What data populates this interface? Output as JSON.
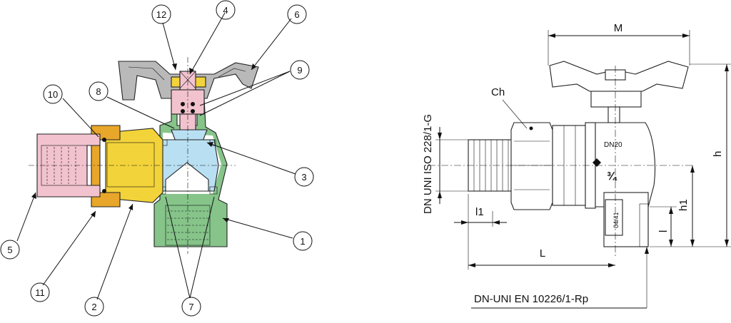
{
  "callouts": {
    "c1": "1",
    "c2": "2",
    "c3": "3",
    "c4": "4",
    "c5": "5",
    "c6": "6",
    "c7": "7",
    "c8": "8",
    "c9": "9",
    "c10": "10",
    "c11": "11",
    "c12": "12"
  },
  "dimensions": {
    "M": "M",
    "Ch": "Ch",
    "h": "h",
    "h1": "h1",
    "l": "l",
    "l1": "l1",
    "L": "L"
  },
  "standards": {
    "male_thread": "DN UNI ISO 228/1-G",
    "female_thread": "DN-UNI EN 10226/1-Rp"
  },
  "body_markings": {
    "dn": "DN20",
    "size": "¾",
    "date": "04/41"
  },
  "colors": {
    "brass": "#f3d33a",
    "nut": "#e8a62a",
    "pink": "#f2c3cf",
    "green": "#86c48a",
    "handle": "#b9b9b9",
    "seal": "#e88a1e",
    "ball": "#b9dff2",
    "body": "#d9d9d9"
  }
}
